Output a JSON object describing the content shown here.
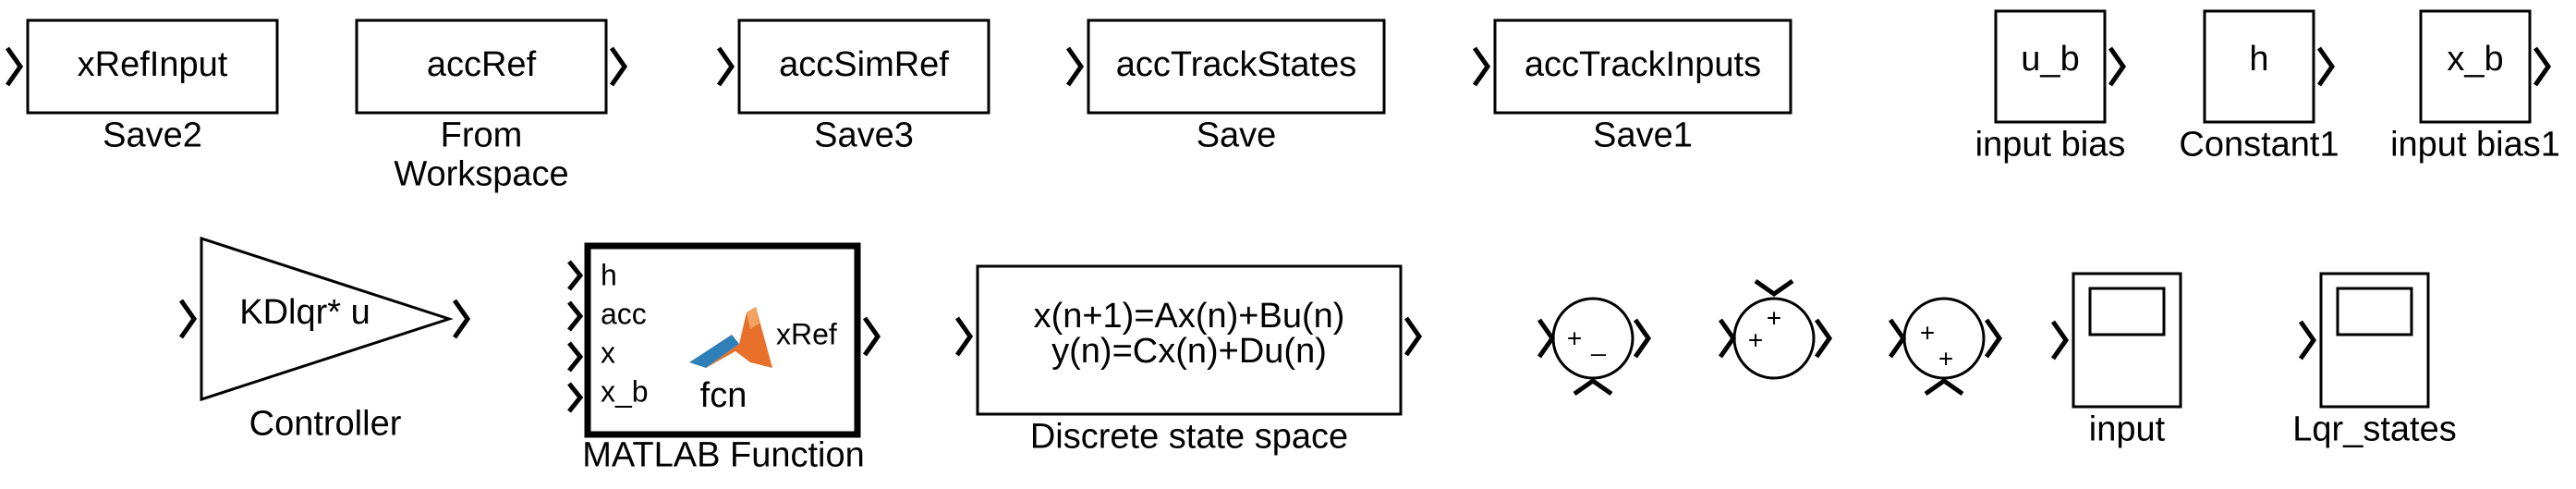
{
  "blocks": {
    "save2": {
      "content": "xRefInput",
      "label": "Save2"
    },
    "from_workspace": {
      "content": "accRef",
      "label_line1": "From",
      "label_line2": "Workspace"
    },
    "save3": {
      "content": "accSimRef",
      "label": "Save3"
    },
    "save": {
      "content": "accTrackStates",
      "label": "Save"
    },
    "save1": {
      "content": "accTrackInputs",
      "label": "Save1"
    },
    "input_bias": {
      "content": "u_b",
      "label": "input bias"
    },
    "constant1": {
      "content": "h",
      "label": "Constant1"
    },
    "input_bias1": {
      "content": "x_b",
      "label": "input bias1"
    },
    "controller": {
      "content": "KDlqr* u",
      "label": "Controller"
    },
    "matlab_function": {
      "inputs": [
        "h",
        "acc",
        "x",
        "x_b"
      ],
      "output": "xRef",
      "name": "fcn",
      "label": "MATLAB Function"
    },
    "discrete_state_space": {
      "line1": "x(n+1)=Ax(n)+Bu(n)",
      "line2": "y(n)=Cx(n)+Du(n)",
      "label": "Discrete state space"
    },
    "sum1": {
      "signs": [
        "+",
        "_"
      ]
    },
    "sum2": {
      "signs": [
        "+",
        "+"
      ]
    },
    "sum3": {
      "signs": [
        "+",
        "+"
      ]
    },
    "scope_input": {
      "label": "input"
    },
    "scope_lqr": {
      "label": "Lqr_states"
    }
  },
  "colors": {
    "matlab_logo_orange": "#e8702a",
    "matlab_logo_blue": "#2f7fb8"
  }
}
